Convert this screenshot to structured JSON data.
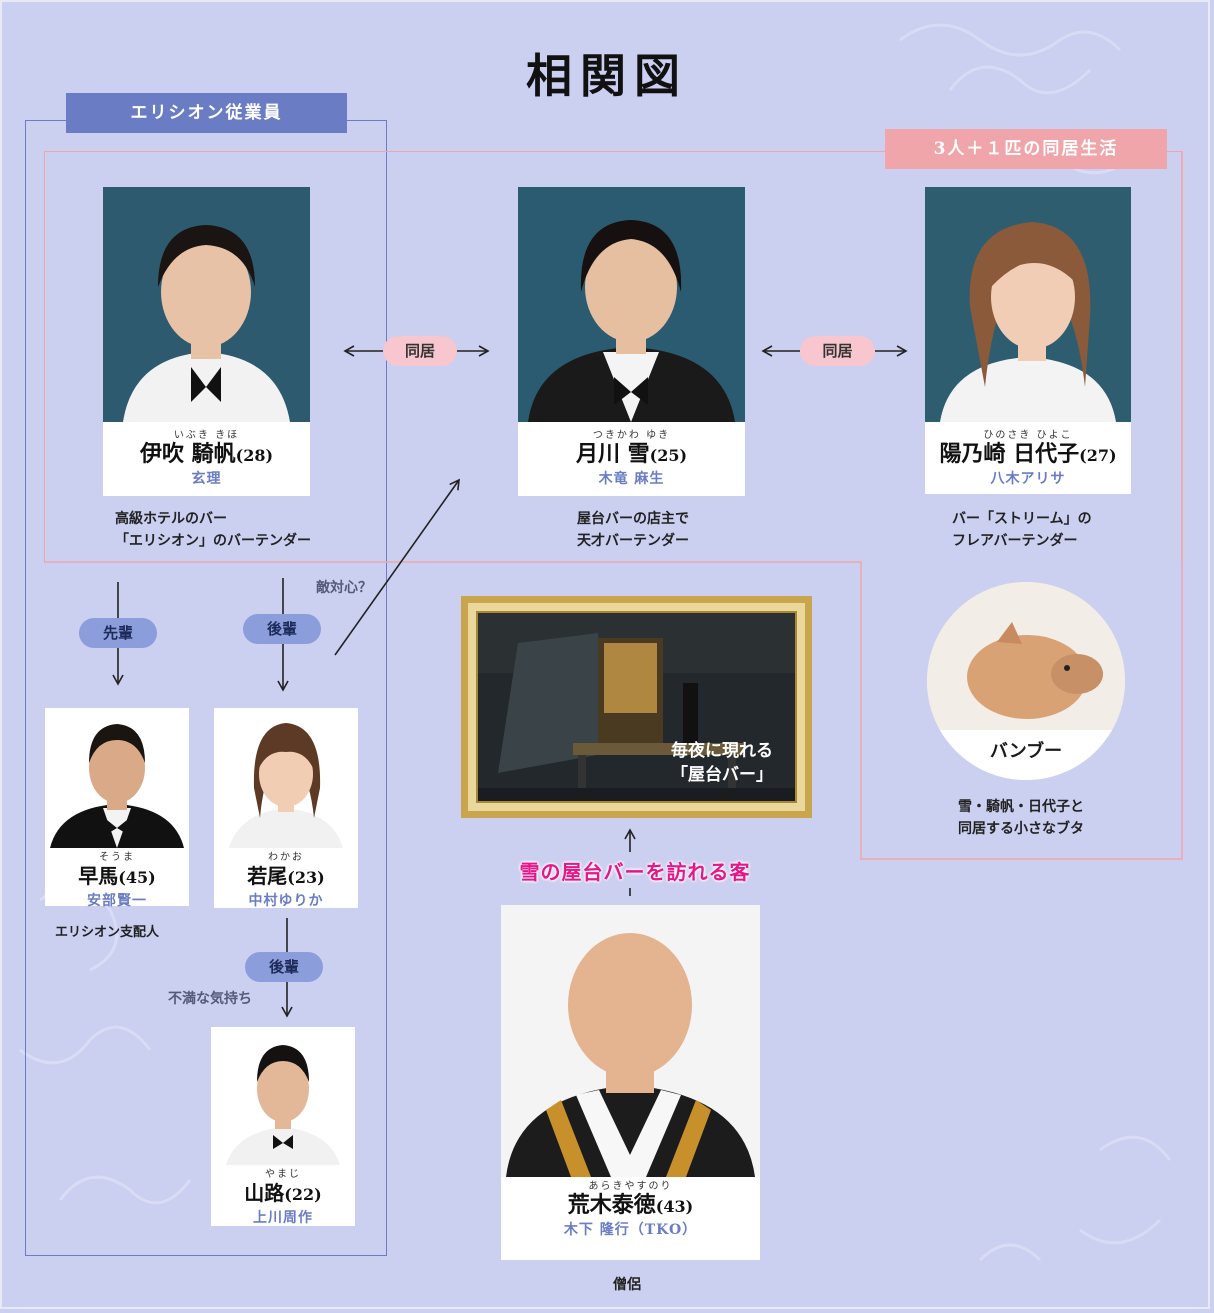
{
  "title": "相関図",
  "groups": {
    "elysion": {
      "label": "エリシオン従業員"
    },
    "cohabit": {
      "label": "3人＋１匹の同居生活"
    }
  },
  "people": {
    "ibuki": {
      "ruby": "いぶき きほ",
      "name": "伊吹 騎帆",
      "age": "(28)",
      "actor": "玄理",
      "desc_line1": "高級ホテルのバー",
      "desc_line2": "「エリシオン」のバーテンダー"
    },
    "tsukikawa": {
      "ruby": "つきかわ ゆき",
      "name": "月川 雪",
      "age": "(25)",
      "actor": "木竜 麻生",
      "desc_line1": "屋台バーの店主で",
      "desc_line2": "天才バーテンダー"
    },
    "hinosaki": {
      "ruby": "ひのさき ひよこ",
      "name": "陽乃崎 日代子",
      "age": "(27)",
      "actor": "八木アリサ",
      "desc_line1": "バー「ストリーム」の",
      "desc_line2": "フレアバーテンダー"
    },
    "souma": {
      "ruby": "そうま",
      "name": "早馬",
      "age": "(45)",
      "actor": "安部賢一",
      "desc": "エリシオン支配人"
    },
    "wakao": {
      "ruby": "わかお",
      "name": "若尾",
      "age": "(23)",
      "actor": "中村ゆりか"
    },
    "yamaji": {
      "ruby": "やまじ",
      "name": "山路",
      "age": "(22)",
      "actor": "上川周作"
    },
    "araki": {
      "ruby": "あらきやすのり",
      "name": "荒木泰徳",
      "age": "(43)",
      "actor": "木下 隆行（TKO）",
      "desc": "僧侶"
    }
  },
  "relations": {
    "cohabit_left": "同居",
    "cohabit_right": "同居",
    "senior": "先輩",
    "junior1": "後輩",
    "junior2": "後輩",
    "rivalry": "敵対心？",
    "dissatisfied": "不満な気持ち"
  },
  "bar": {
    "line1": "毎夜に現れる",
    "line2": "「屋台バー」"
  },
  "customer_label": "雪の屋台バーを訪れる客",
  "pig": {
    "label": "バンブー",
    "desc_line1": "雪・騎帆・日代子と",
    "desc_line2": "同居する小さなブタ"
  },
  "colors": {
    "background": "#cbcff0",
    "elysion": "#6a7dc4",
    "cohabit": "#f0a5ab",
    "magenta": "#e8158a"
  }
}
